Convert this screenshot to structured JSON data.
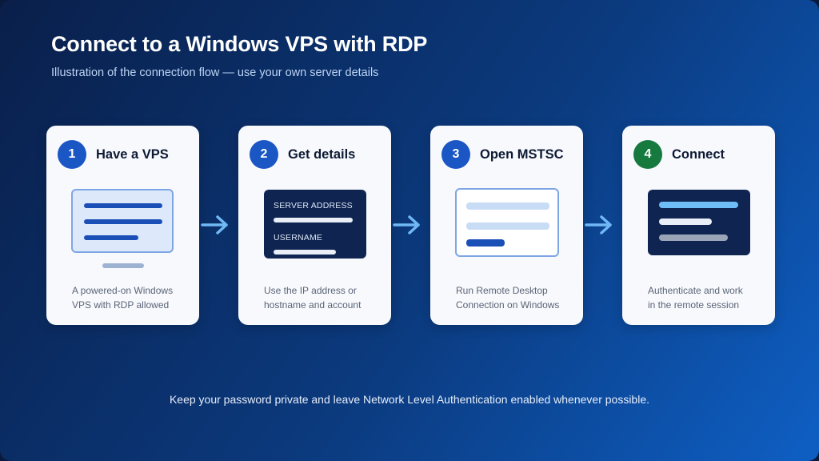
{
  "header": {
    "title": "Connect to a Windows VPS with RDP",
    "subtitle": "Illustration of the connection flow — use your own server details"
  },
  "steps": [
    {
      "number": "1",
      "title": "Have a VPS",
      "desc_lines": [
        "A powered-on Windows",
        "VPS with RDP allowed"
      ],
      "badge_color": "#1a56c4"
    },
    {
      "number": "2",
      "title": "Get details",
      "desc_lines": [
        "Use the IP address or",
        "hostname and account"
      ],
      "badge_color": "#1a56c4",
      "panel": {
        "server_label": "SERVER ADDRESS",
        "username_label": "USERNAME"
      }
    },
    {
      "number": "3",
      "title": "Open MSTSC",
      "desc_lines": [
        "Run Remote Desktop",
        "Connection on Windows"
      ],
      "badge_color": "#1a56c4"
    },
    {
      "number": "4",
      "title": "Connect",
      "desc_lines": [
        "Authenticate and work",
        "in the remote session"
      ],
      "badge_color": "#167a3e"
    }
  ],
  "footer": {
    "note": "Keep your password private and leave Network Level Authentication enabled whenever possible."
  },
  "colors": {
    "accent_blue": "#1a56c4",
    "success_green": "#167a3e",
    "arrow": "#6fb8f5",
    "dark_panel": "#0f2450"
  },
  "icons": [
    "monitor-icon",
    "credentials-panel-icon",
    "app-window-icon",
    "remote-session-icon",
    "arrow-right-icon"
  ]
}
